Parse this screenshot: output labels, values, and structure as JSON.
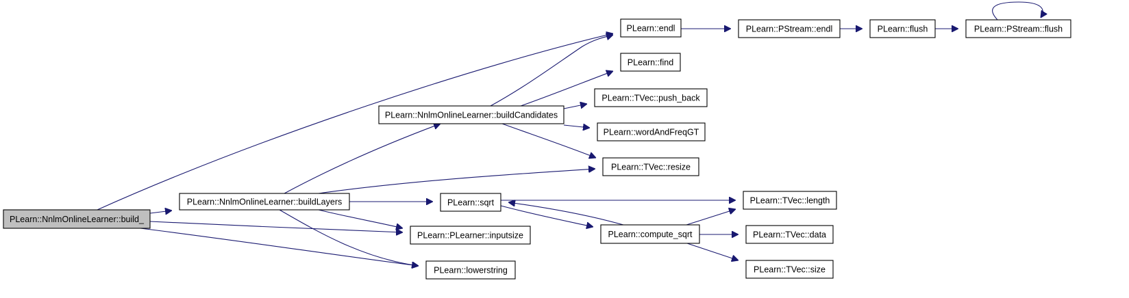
{
  "graph": {
    "edge_color": "#191970",
    "root_fill": "#bfbfbf",
    "nodes": [
      {
        "id": "build_",
        "label": "PLearn::NnlmOnlineLearner::build_",
        "root": true
      },
      {
        "id": "buildLayers",
        "label": "PLearn::NnlmOnlineLearner::buildLayers"
      },
      {
        "id": "buildCandidates",
        "label": "PLearn::NnlmOnlineLearner::buildCandidates"
      },
      {
        "id": "endl",
        "label": "PLearn::endl"
      },
      {
        "id": "pstream_endl",
        "label": "PLearn::PStream::endl"
      },
      {
        "id": "flush",
        "label": "PLearn::flush"
      },
      {
        "id": "pstream_flush",
        "label": "PLearn::PStream::flush"
      },
      {
        "id": "find",
        "label": "PLearn::find"
      },
      {
        "id": "push_back",
        "label": "PLearn::TVec::push_back"
      },
      {
        "id": "wordAndFreqGT",
        "label": "PLearn::wordAndFreqGT"
      },
      {
        "id": "resize",
        "label": "PLearn::TVec::resize"
      },
      {
        "id": "sqrt",
        "label": "PLearn::sqrt"
      },
      {
        "id": "compute_sqrt",
        "label": "PLearn::compute_sqrt"
      },
      {
        "id": "length",
        "label": "PLearn::TVec::length"
      },
      {
        "id": "data",
        "label": "PLearn::TVec::data"
      },
      {
        "id": "size",
        "label": "PLearn::TVec::size"
      },
      {
        "id": "inputsize",
        "label": "PLearn::PLearner::inputsize"
      },
      {
        "id": "lowerstring",
        "label": "PLearn::lowerstring"
      }
    ],
    "edges": [
      {
        "from": "build_",
        "to": "endl"
      },
      {
        "from": "build_",
        "to": "buildLayers"
      },
      {
        "from": "build_",
        "to": "inputsize"
      },
      {
        "from": "build_",
        "to": "lowerstring"
      },
      {
        "from": "buildLayers",
        "to": "buildCandidates"
      },
      {
        "from": "buildLayers",
        "to": "resize"
      },
      {
        "from": "buildLayers",
        "to": "sqrt"
      },
      {
        "from": "buildLayers",
        "to": "inputsize"
      },
      {
        "from": "buildLayers",
        "to": "lowerstring"
      },
      {
        "from": "buildCandidates",
        "to": "endl"
      },
      {
        "from": "buildCandidates",
        "to": "find"
      },
      {
        "from": "buildCandidates",
        "to": "push_back"
      },
      {
        "from": "buildCandidates",
        "to": "wordAndFreqGT"
      },
      {
        "from": "buildCandidates",
        "to": "resize"
      },
      {
        "from": "endl",
        "to": "pstream_endl"
      },
      {
        "from": "pstream_endl",
        "to": "flush"
      },
      {
        "from": "flush",
        "to": "pstream_flush"
      },
      {
        "from": "pstream_flush",
        "to": "pstream_flush"
      },
      {
        "from": "sqrt",
        "to": "compute_sqrt"
      },
      {
        "from": "sqrt",
        "to": "length"
      },
      {
        "from": "compute_sqrt",
        "to": "sqrt"
      },
      {
        "from": "compute_sqrt",
        "to": "length"
      },
      {
        "from": "compute_sqrt",
        "to": "data"
      },
      {
        "from": "compute_sqrt",
        "to": "size"
      }
    ]
  }
}
